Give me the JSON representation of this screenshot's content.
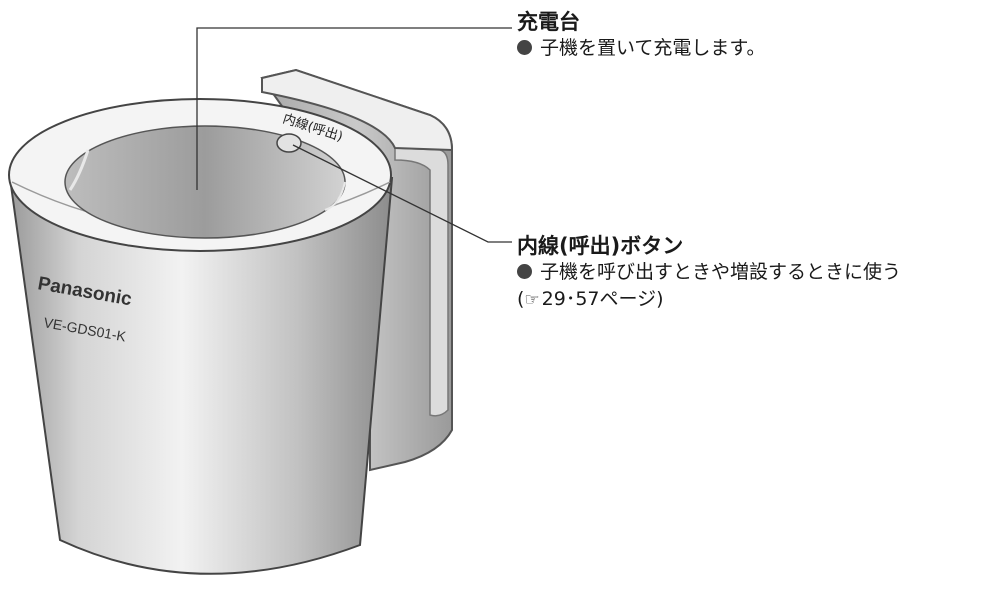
{
  "device": {
    "brand": "Panasonic",
    "model": "VE-GDS01-K",
    "button_label": "内線(呼出)"
  },
  "callouts": {
    "charger": {
      "title": "充電台",
      "bullet": "子機を置いて充電します。"
    },
    "intercom_button": {
      "title": "内線(呼出)ボタン",
      "bullet": "子機を呼び出すときや増設するときに使う",
      "ref_open": "(",
      "ref_icon": "☞",
      "ref_text": "29･57ページ)"
    }
  },
  "colors": {
    "body_light": "#f0f0f0",
    "body_dark": "#8a8a8a",
    "rim": "#f4f4f4",
    "bullet": "#444444",
    "line": "#333333"
  }
}
